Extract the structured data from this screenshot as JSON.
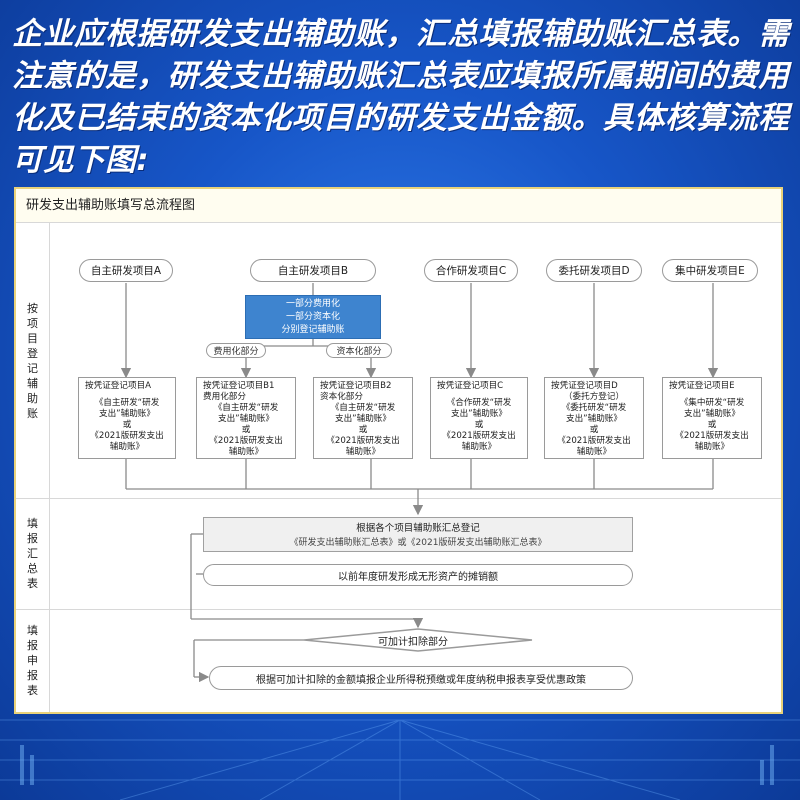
{
  "headline": "企业应根据研发支出辅助账，汇总填报辅助账汇总表。需注意的是，研发支出辅助账汇总表应填报所属期间的费用化及已结束的资本化项目的研发支出金额。具体核算流程可见下图:",
  "diagram": {
    "title": "研发支出辅助账填写总流程图",
    "lanes": [
      "按项目登记辅助账",
      "填报汇总表",
      "填报申报表"
    ],
    "projects": [
      "自主研发项目A",
      "自主研发项目B",
      "合作研发项目C",
      "委托研发项目D",
      "集中研发项目E"
    ],
    "split_box": [
      "一部分费用化",
      "一部分资本化",
      "分别登记辅助账"
    ],
    "split_tags": [
      "费用化部分",
      "资本化部分"
    ],
    "vouchers": [
      [
        "按凭证登记项目A",
        "《自主研发“研发",
        "支出”辅助账》",
        "或",
        "《2021版研发支出",
        "辅助账》"
      ],
      [
        "按凭证登记项目B1",
        "费用化部分",
        "《自主研发“研发",
        "支出”辅助账》",
        "或",
        "《2021版研发支出",
        "辅助账》"
      ],
      [
        "按凭证登记项目B2",
        "资本化部分",
        "《自主研发“研发",
        "支出”辅助账》",
        "或",
        "《2021版研发支出",
        "辅助账》"
      ],
      [
        "按凭证登记项目C",
        "《合作研发“研发",
        "支出”辅助账》",
        "或",
        "《2021版研发支出",
        "辅助账》"
      ],
      [
        "按凭证登记项目D",
        "（委托方登记）",
        "《委托研发“研发",
        "支出”辅助账》",
        "或",
        "《2021版研发支出",
        "辅助账》"
      ],
      [
        "按凭证登记项目E",
        "《集中研发“研发",
        "支出”辅助账》",
        "或",
        "《2021版研发支出",
        "辅助账》"
      ]
    ],
    "summary_line1": "根据各个项目辅助账汇总登记",
    "summary_line2": "《研发支出辅助账汇总表》或《2021版研发支出辅助账汇总表》",
    "amortization": "以前年度研发形成无形资产的摊销额",
    "decision": "可加计扣除部分",
    "final": "根据可加计扣除的金额填报企业所得税预缴或年度纳税申报表享受优惠政策"
  }
}
